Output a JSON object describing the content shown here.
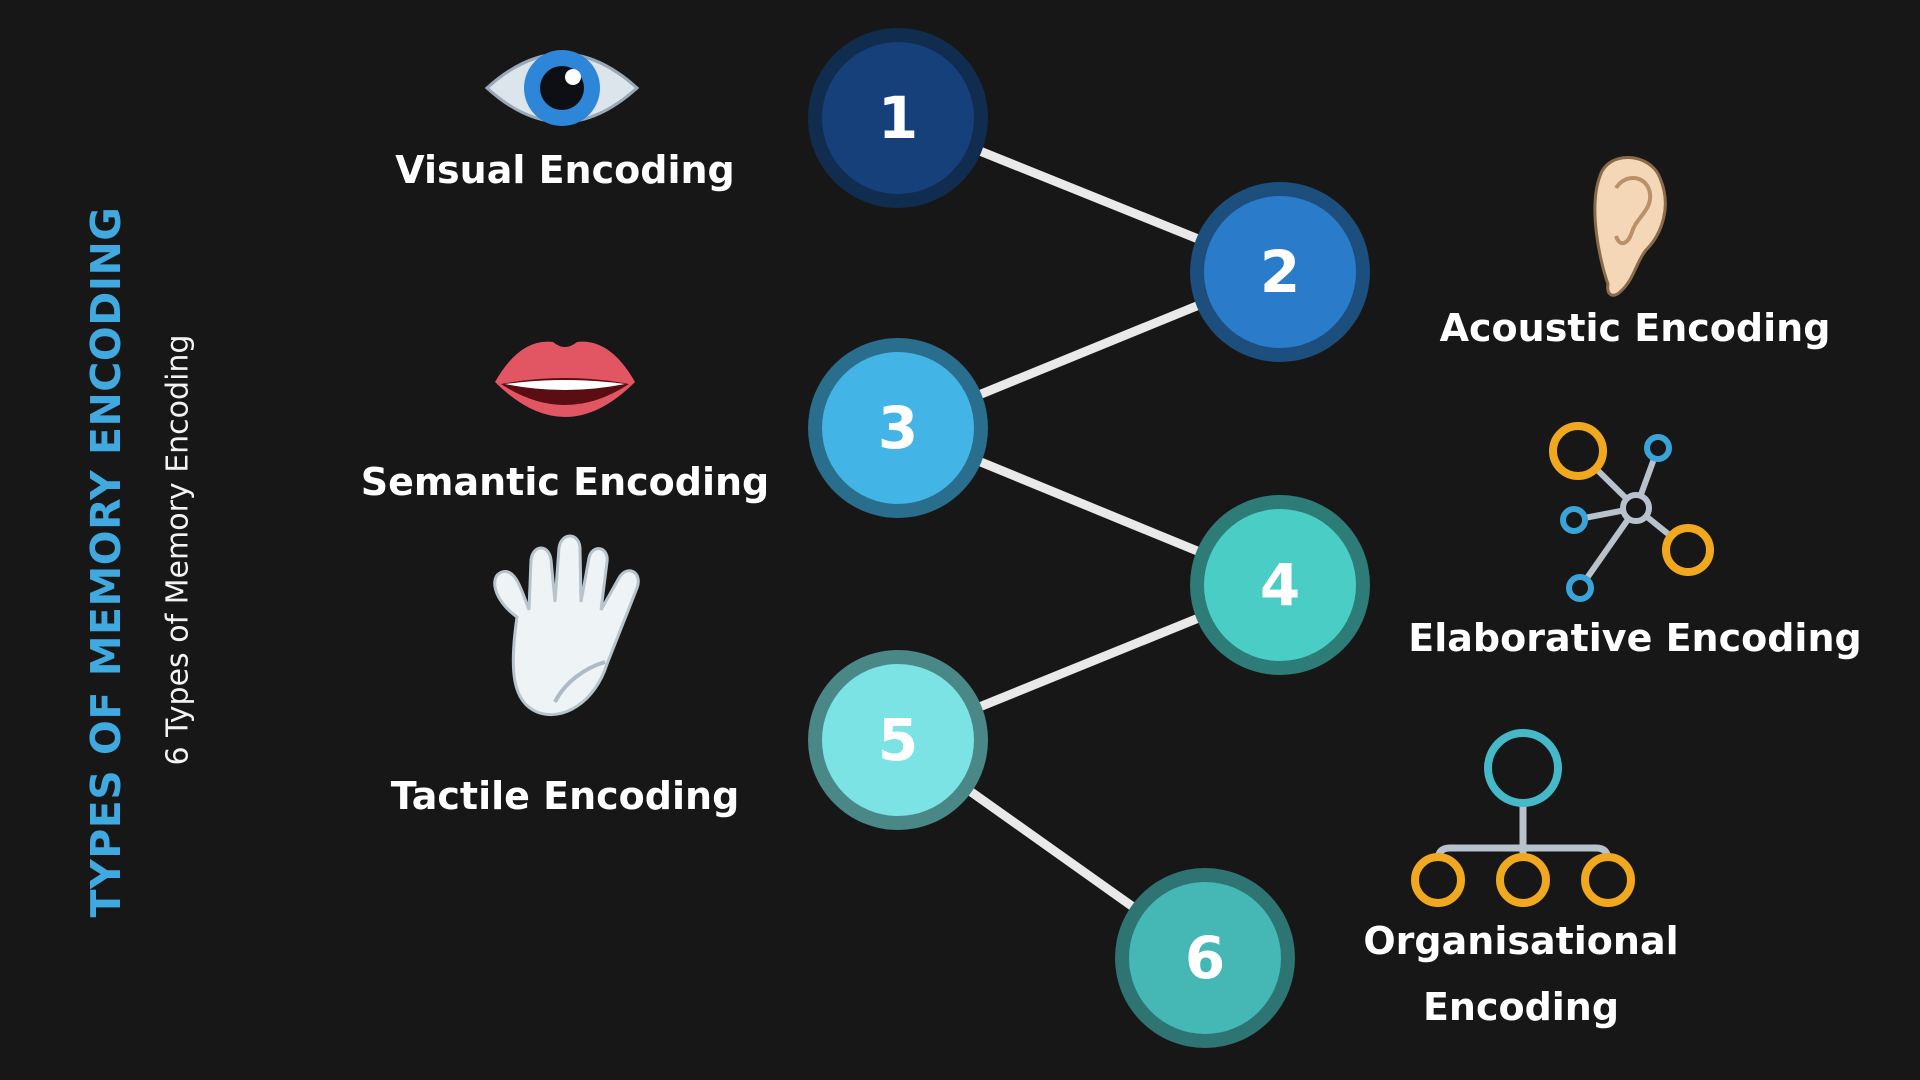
{
  "title": "TYPES OF MEMORY ENCODING",
  "subtitle": "6 Types of Memory Encoding",
  "colors": {
    "background": "#171717",
    "title": "#3FA9E0",
    "connector": "#E9E9E9",
    "accent_gold": "#F0A81E",
    "accent_blue": "#3AA3D9",
    "accent_teal": "#46B9C9"
  },
  "nodes": [
    {
      "number": "1",
      "label": "Visual Encoding",
      "icon": "eye-icon",
      "fill": "#15407A",
      "ring": "#102C4E"
    },
    {
      "number": "2",
      "label": "Acoustic Encoding",
      "icon": "ear-icon",
      "fill": "#2A7CCB",
      "ring": "#1C4E7E"
    },
    {
      "number": "3",
      "label": "Semantic Encoding",
      "icon": "lips-icon",
      "fill": "#42B4E6",
      "ring": "#2A6E8D"
    },
    {
      "number": "4",
      "label": "Elaborative Encoding",
      "icon": "network-icon",
      "fill": "#49CDC4",
      "ring": "#2D7C78"
    },
    {
      "number": "5",
      "label": "Tactile Encoding",
      "icon": "hand-icon",
      "fill": "#7BE3E3",
      "ring": "#4A8888"
    },
    {
      "number": "6",
      "label": "Organisational Encoding",
      "icon": "hierarchy-icon",
      "fill": "#45B7B5",
      "ring": "#2E7473"
    }
  ]
}
